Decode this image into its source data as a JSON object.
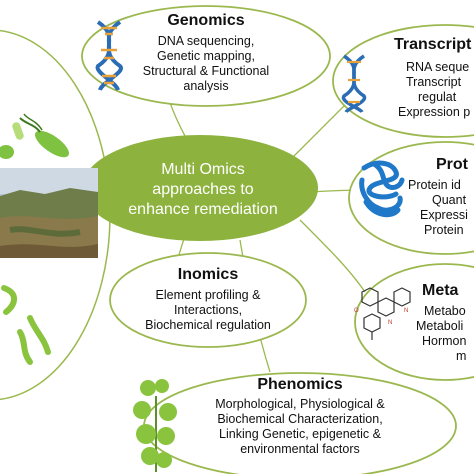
{
  "center": {
    "lines": [
      "Multi Omics",
      "approaches to",
      "enhance remediation"
    ],
    "color": "#8db23e"
  },
  "nodes": {
    "genomics": {
      "title": "Genomics",
      "lines": [
        "DNA sequencing,",
        "Genetic mapping,",
        "Structural & Functional",
        "analysis"
      ]
    },
    "transcriptomics": {
      "title": "Transcript",
      "lines": [
        "RNA seque",
        "Transcript",
        "regulat",
        "Expression p"
      ]
    },
    "proteomics": {
      "title": "Prot",
      "lines": [
        "Protein id",
        "Quant",
        "Expressi",
        "Protein"
      ]
    },
    "inomics": {
      "title": "Inomics",
      "lines": [
        "Element profiling &",
        "Interactions,",
        "Biochemical regulation"
      ]
    },
    "metabolomics": {
      "title": "Meta",
      "lines": [
        "Metabo",
        "Metaboli",
        "Hormon",
        "m"
      ]
    },
    "phenomics": {
      "title": "Phenomics",
      "lines": [
        "Morphological, Physiological &",
        "Biochemical Characterization,",
        "Linking Genetic, epigenetic &",
        "environmental  factors"
      ]
    }
  },
  "colors": {
    "ellipse_stroke": "#9bb84f",
    "connector": "#9bb84f",
    "dna_blue": "#2a6db5",
    "dna_orange": "#e9a23b",
    "protein_blue": "#1f78c8",
    "bacteria_green": "#7fc241",
    "plant_green": "#8ac43f"
  },
  "icons": [
    "dna-icon",
    "protein-structure-icon",
    "bacteria-icon",
    "landscape-photo",
    "molecule-icon",
    "plant-icon",
    "microbe-filament-icon"
  ]
}
